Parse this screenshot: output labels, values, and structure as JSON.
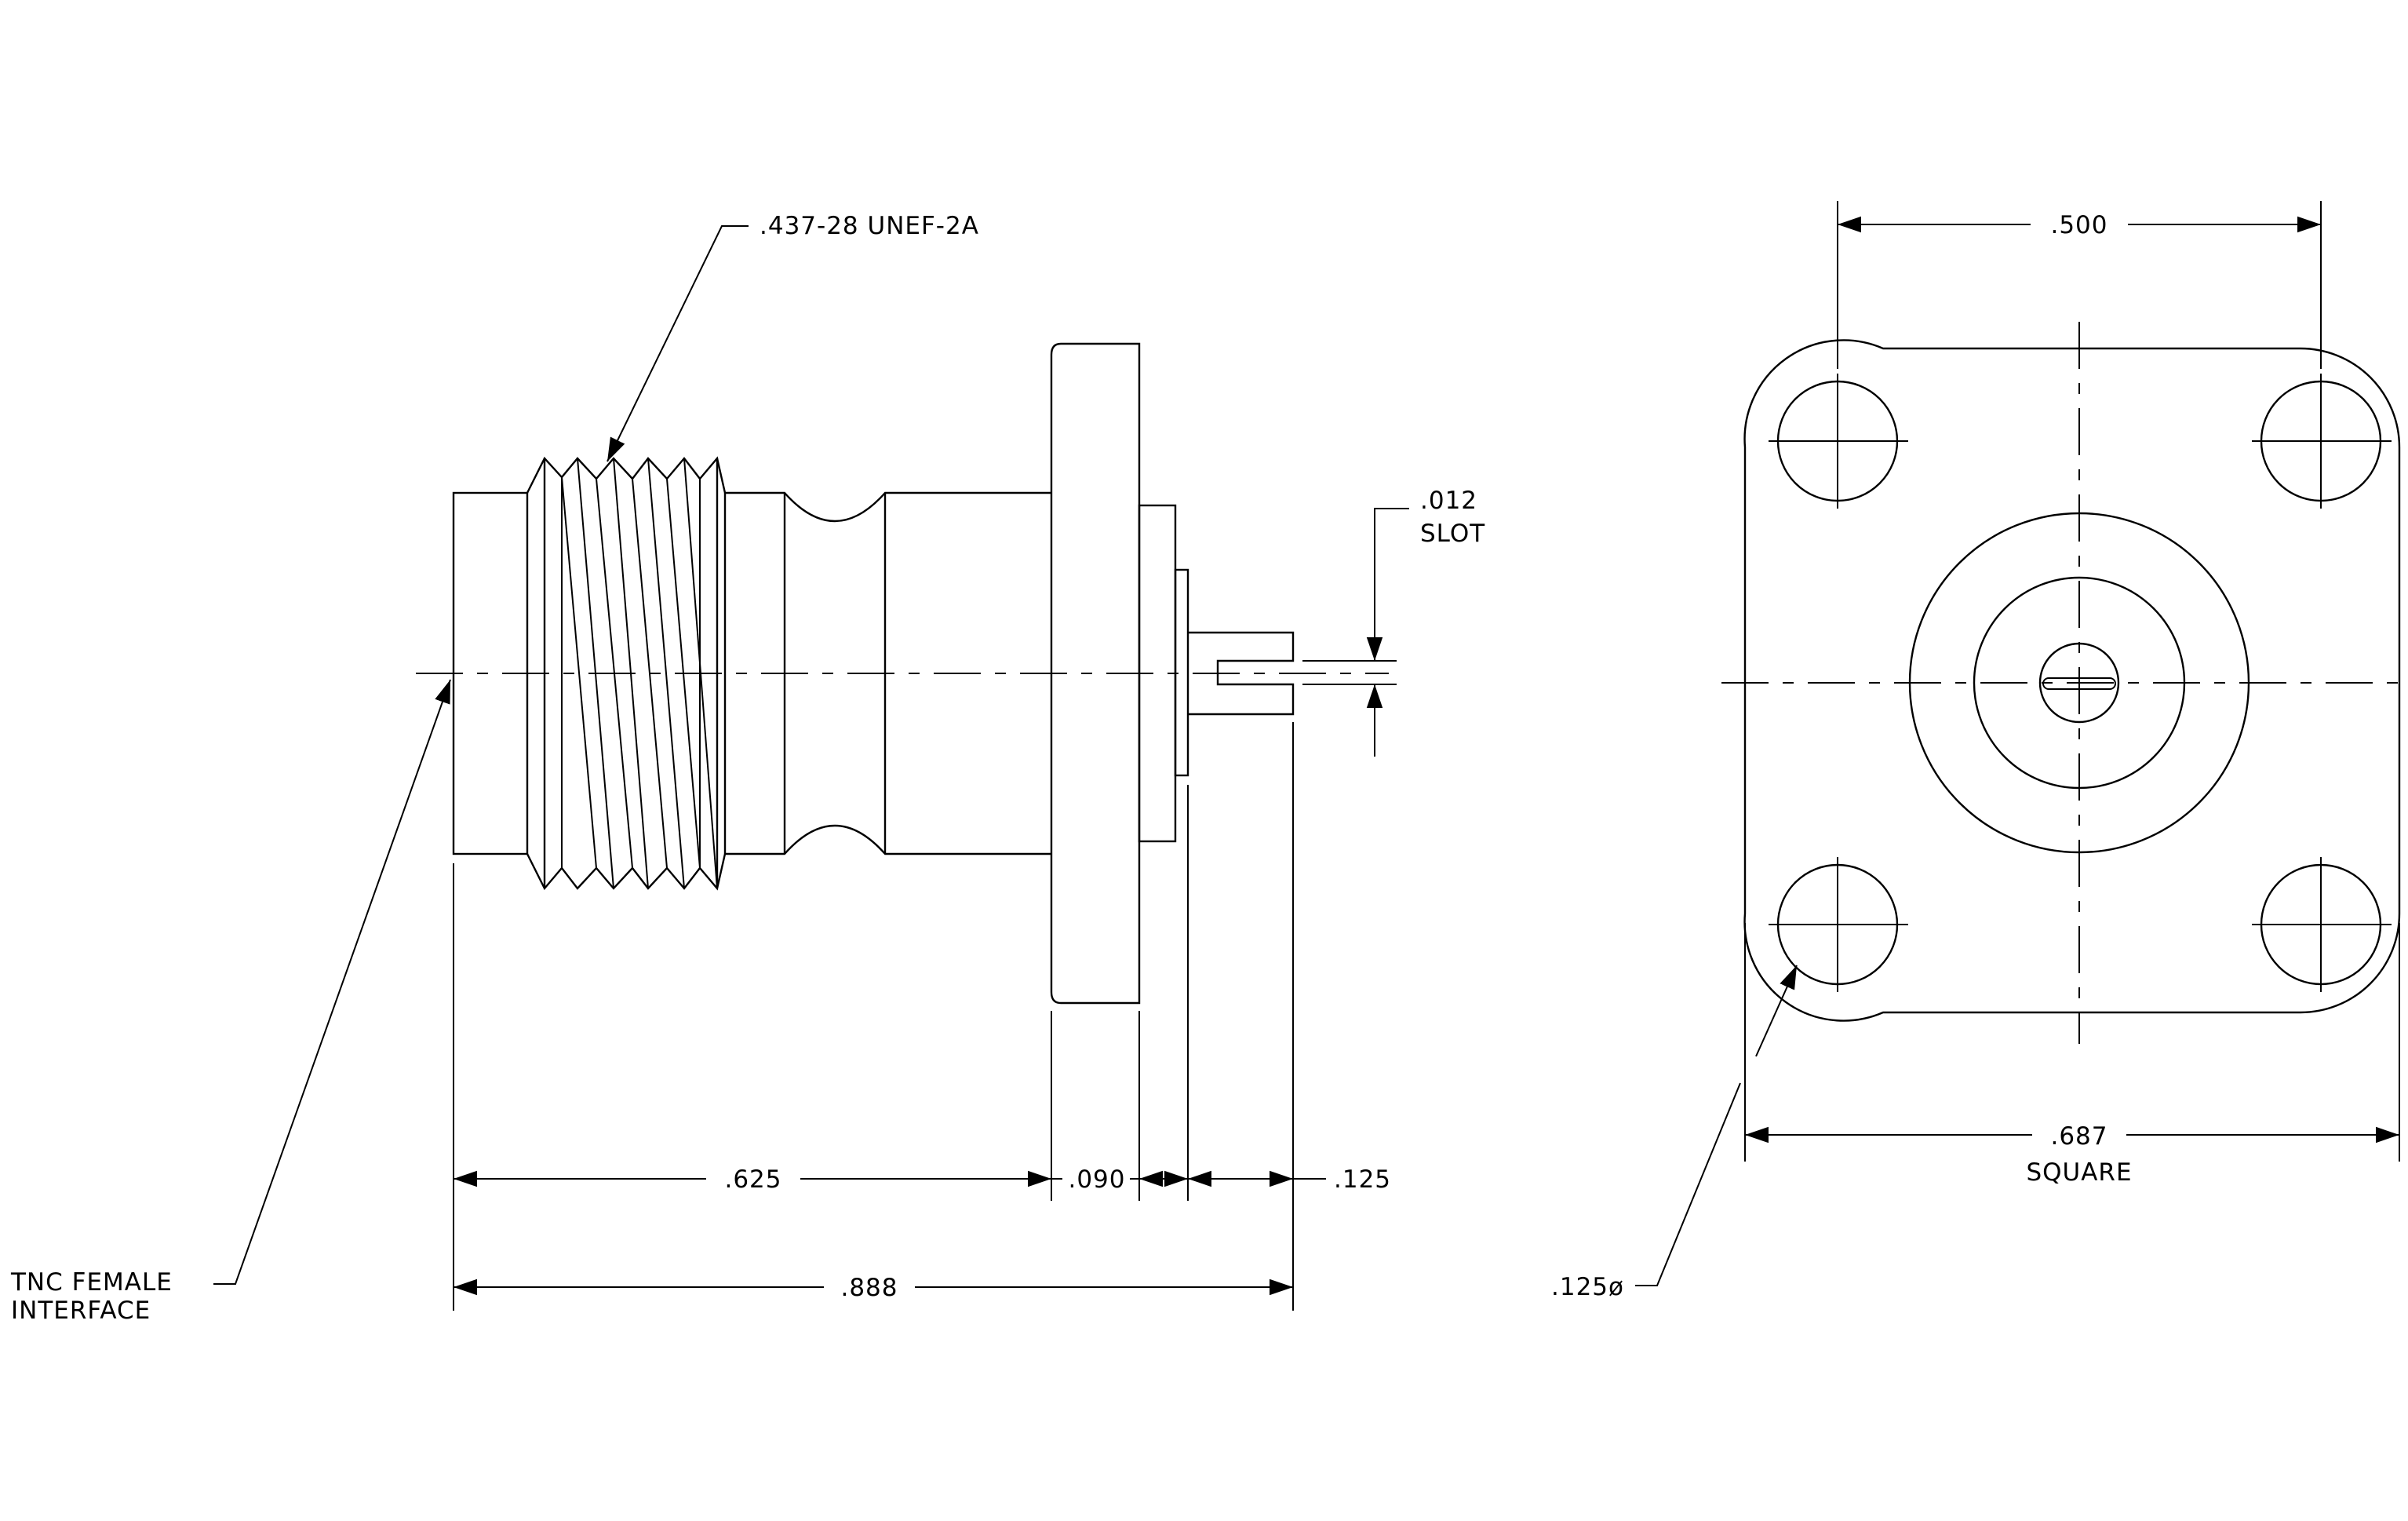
{
  "side_view": {
    "thread_note": ".437-28 UNEF-2A",
    "slot_width": ".012",
    "slot_label": "SLOT",
    "interface_line1": "TNC FEMALE",
    "interface_line2": "INTERFACE",
    "dim_body_length": ".625",
    "dim_flange_thickness": ".090",
    "dim_terminal_length": ".125",
    "dim_overall_length": ".888"
  },
  "front_view": {
    "dim_hole_spacing": ".500",
    "dim_flange_size": ".687",
    "flange_shape_label": "SQUARE",
    "hole_diameter": ".125ø"
  }
}
